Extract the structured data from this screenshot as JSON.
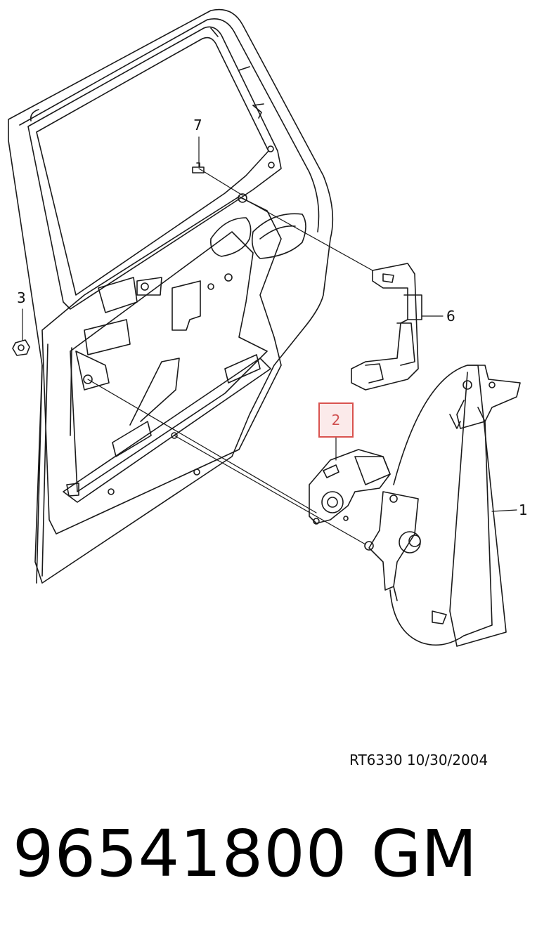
{
  "callouts": {
    "c1": "1",
    "c2": "2",
    "c3": "3",
    "c6": "6",
    "c7": "7"
  },
  "highlight_color": "#d9534f",
  "drawing_ref": "RT6330  10/30/2004",
  "part_number": "96541800",
  "brand": "GM"
}
